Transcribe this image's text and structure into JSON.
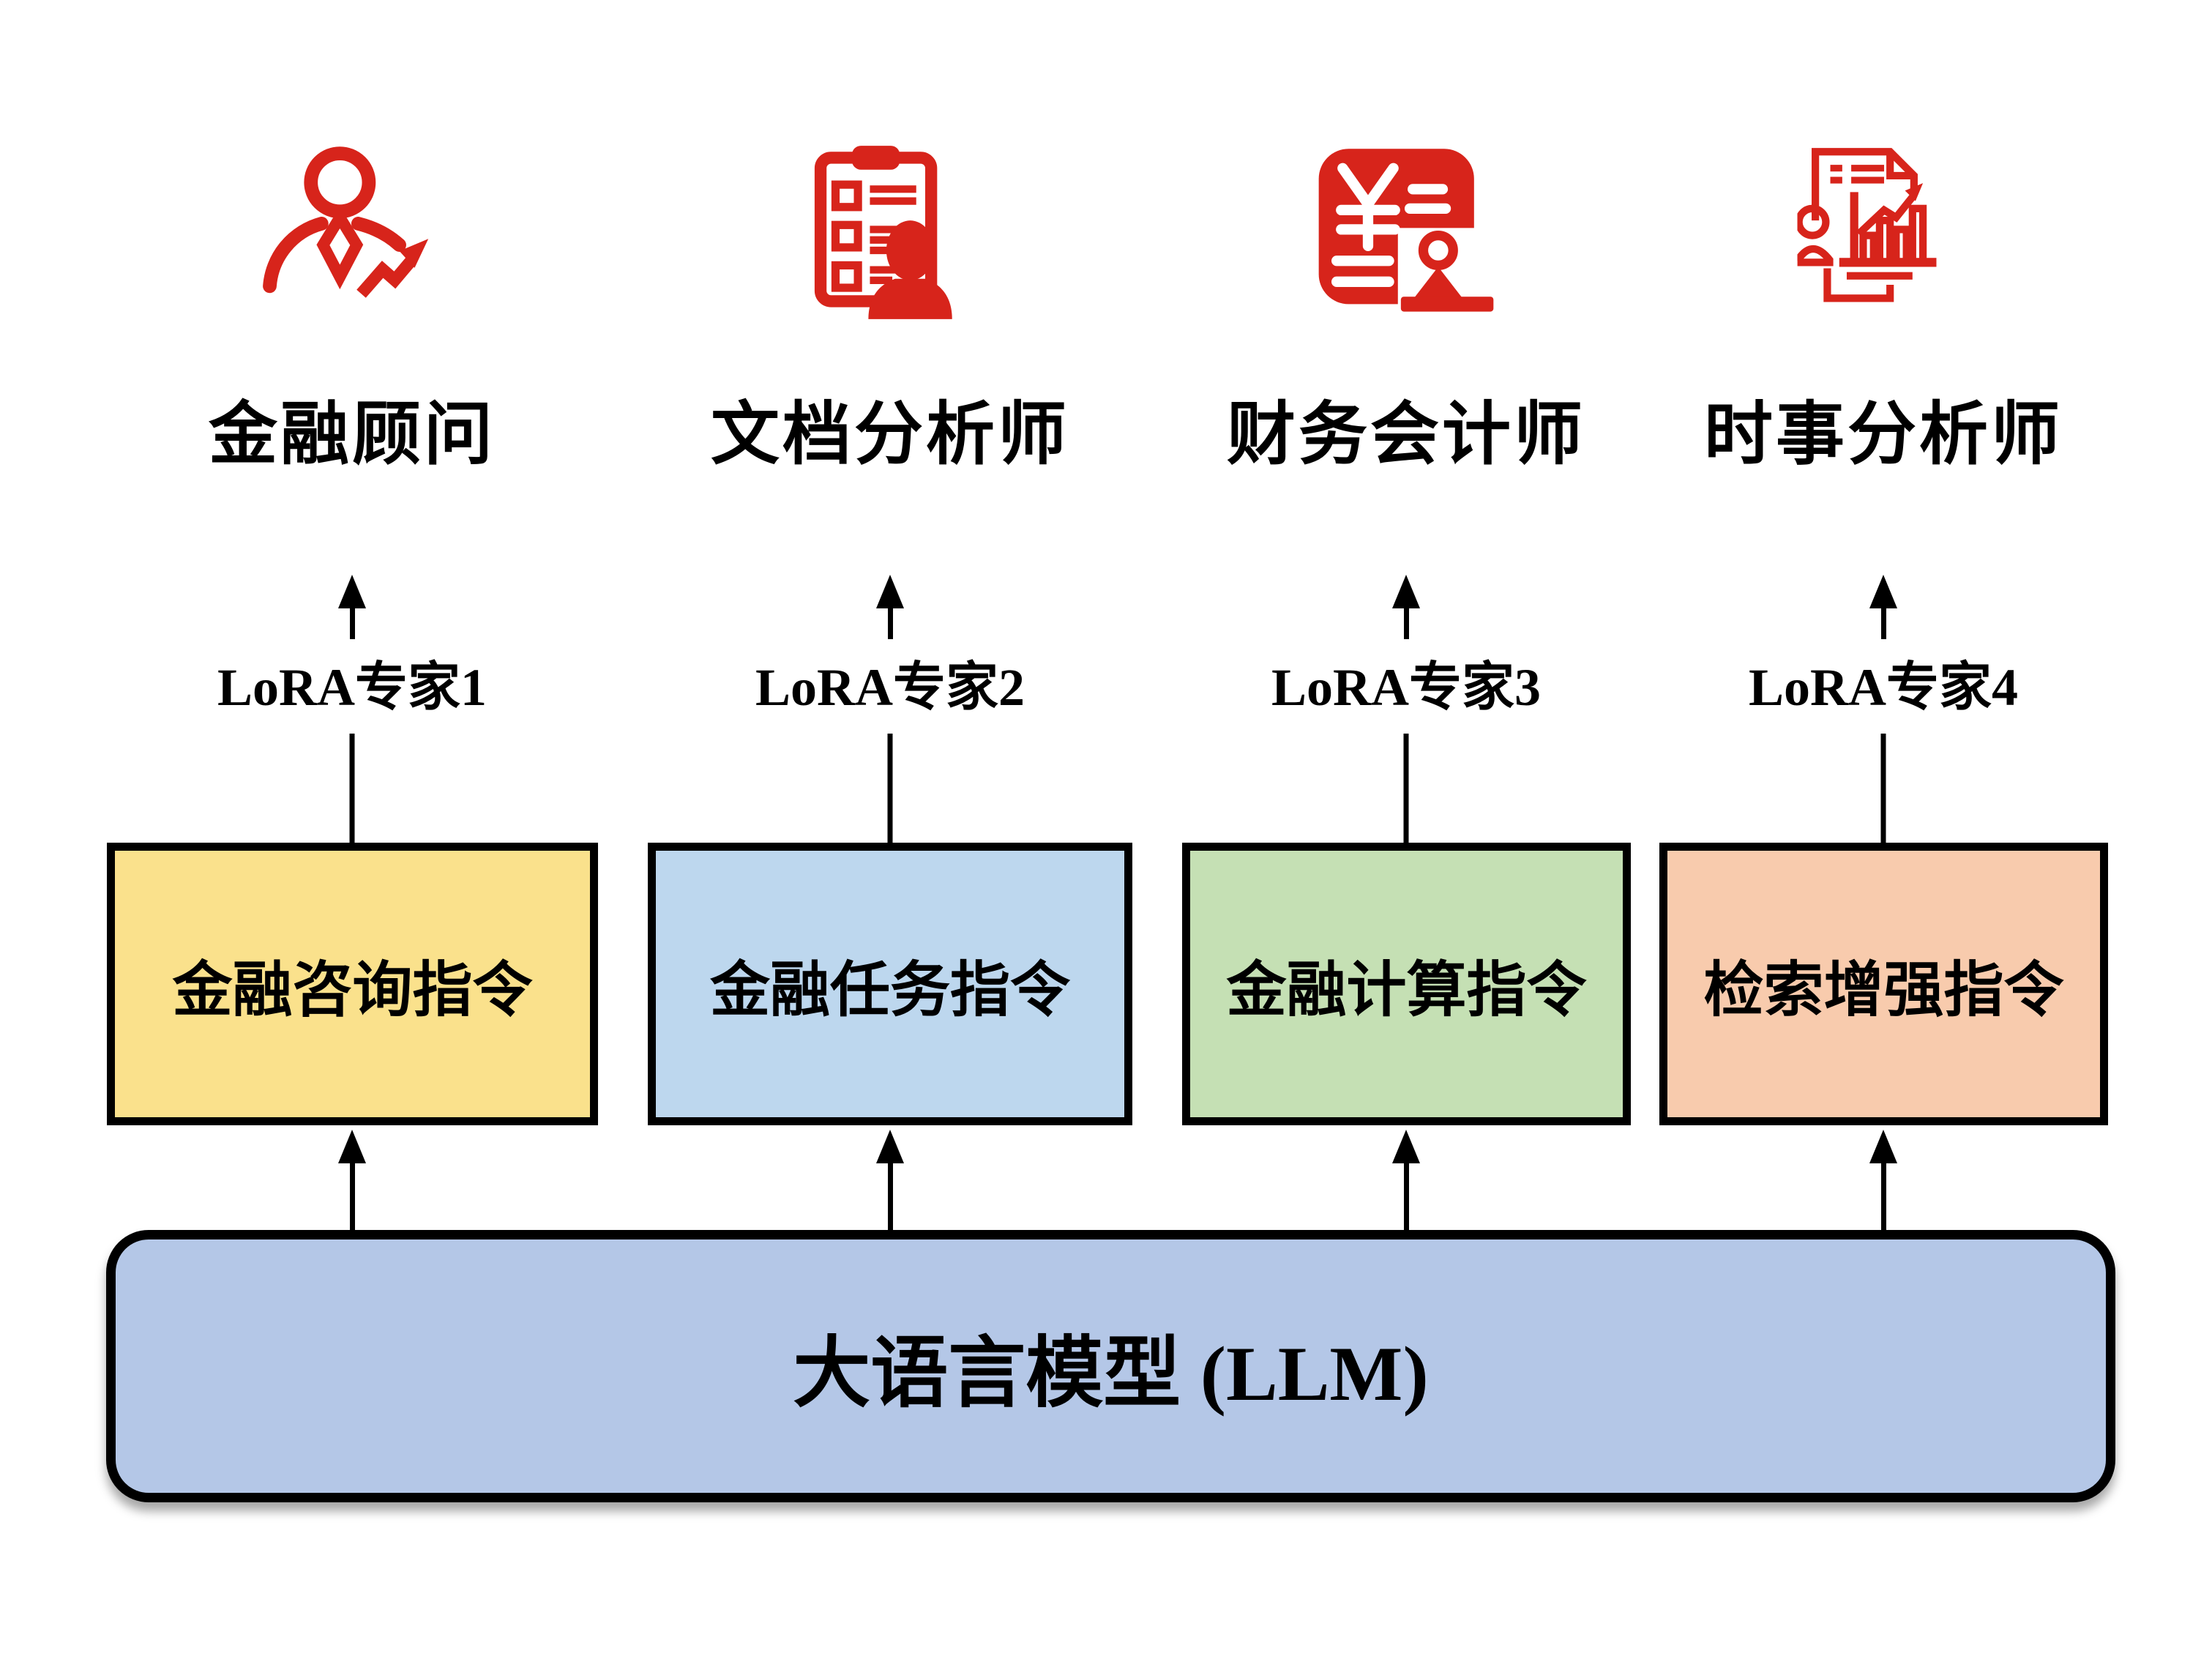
{
  "diagram": {
    "background": "#FFFFFF",
    "icon_color": "#D7241B",
    "line_color": "#000000",
    "personas": [
      {
        "label": "金融顾问",
        "icon": "financial-advisor-icon"
      },
      {
        "label": "文档分析师",
        "icon": "document-analyst-icon"
      },
      {
        "label": "财务会计师",
        "icon": "accountant-icon"
      },
      {
        "label": "时事分析师",
        "icon": "news-analyst-icon"
      }
    ],
    "experts": [
      {
        "label": "LoRA专家1"
      },
      {
        "label": "LoRA专家2"
      },
      {
        "label": "LoRA专家3"
      },
      {
        "label": "LoRA专家4"
      }
    ],
    "instruction_boxes": [
      {
        "label": "金融咨询指令",
        "fill": "#FAE18C"
      },
      {
        "label": "金融任务指令",
        "fill": "#BDD7EE"
      },
      {
        "label": "金融计算指令",
        "fill": "#C5E0B4"
      },
      {
        "label": "检索增强指令",
        "fill": "#F8CBAD"
      }
    ],
    "llm": {
      "label": "大语言模型 (LLM)",
      "fill": "#B4C7E7"
    }
  }
}
